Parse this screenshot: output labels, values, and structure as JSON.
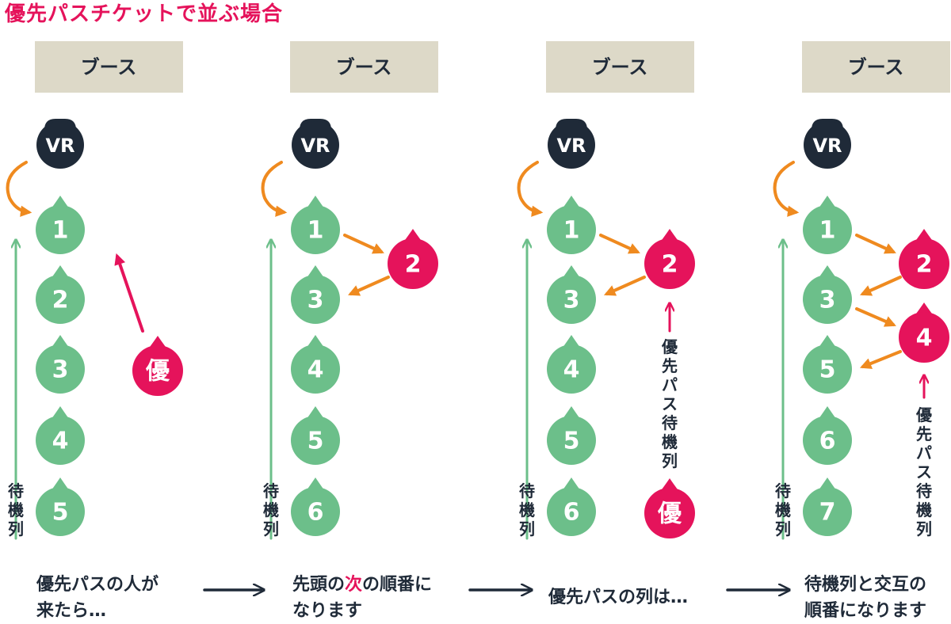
{
  "title": "優先パスチケットで並ぶ場合",
  "booth_label": "ブース",
  "vr_label": "VR",
  "queue_label": "待機列",
  "priority_queue_label": "優先パス待機列",
  "priority_badge": "優",
  "colors": {
    "title": "#e5135b",
    "booth": "#ddd9c8",
    "vr": "#1f2a38",
    "queue_circle": "#6cbf8a",
    "priority_circle": "#e5135b",
    "orange_arrow": "#ef8a1f",
    "green_arrow": "#6cbf8a",
    "pink_arrow": "#e5135b",
    "text": "#1f2a38"
  },
  "panels": [
    {
      "queue": [
        "1",
        "2",
        "3",
        "4",
        "5"
      ],
      "priority": [],
      "caption": [
        "優先パスの人が",
        "来たら…"
      ]
    },
    {
      "queue": [
        "1",
        "3",
        "4",
        "5",
        "6"
      ],
      "priority": [
        "2"
      ],
      "caption": [
        "先頭の",
        "次",
        "の順番に",
        "なります"
      ]
    },
    {
      "queue": [
        "1",
        "3",
        "4",
        "5",
        "6"
      ],
      "priority": [
        "2"
      ],
      "caption": [
        "優先パスの列は…"
      ]
    },
    {
      "queue": [
        "1",
        "3",
        "5",
        "6",
        "7"
      ],
      "priority": [
        "2",
        "4"
      ],
      "caption": [
        "待機列と交互の",
        "順番になります"
      ]
    }
  ]
}
